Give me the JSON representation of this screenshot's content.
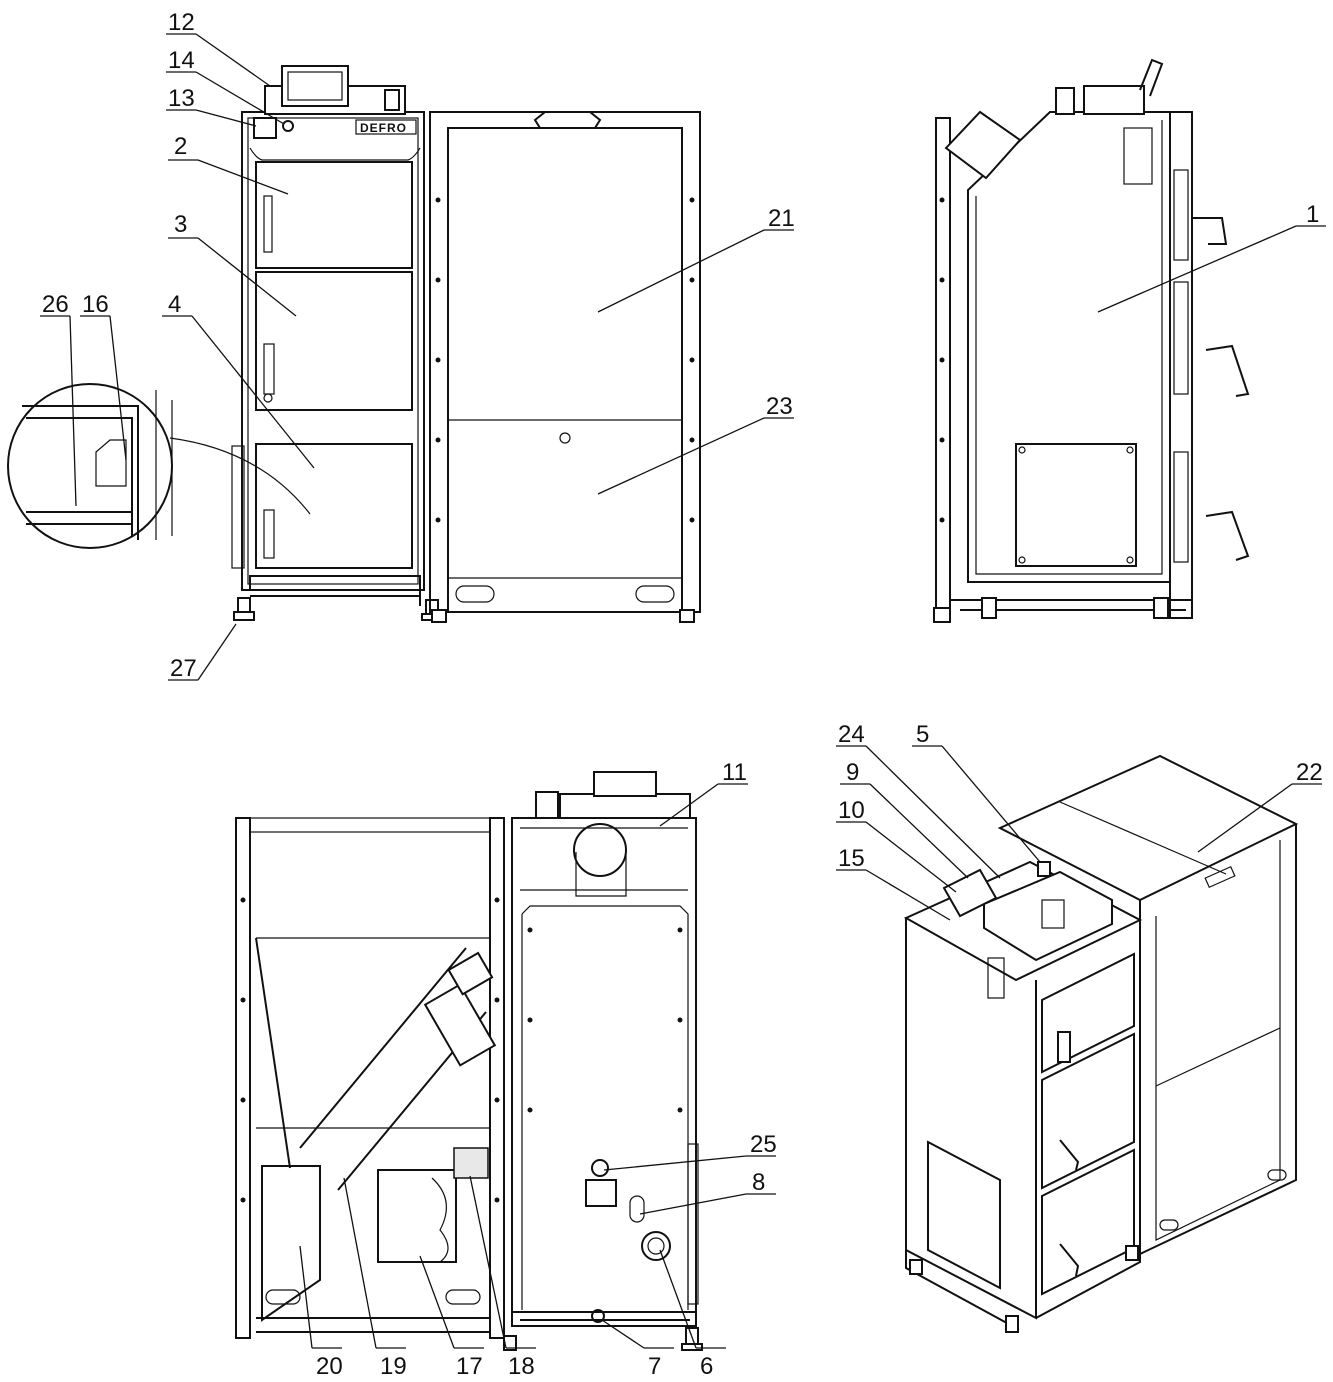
{
  "brand_label": "DEFRO",
  "callouts": {
    "c1": "1",
    "c2": "2",
    "c3": "3",
    "c4": "4",
    "c5": "5",
    "c6": "6",
    "c7": "7",
    "c8": "8",
    "c9": "9",
    "c10": "10",
    "c11": "11",
    "c12": "12",
    "c13": "13",
    "c14": "14",
    "c15": "15",
    "c16": "16",
    "c17": "17",
    "c18": "18",
    "c19": "19",
    "c20": "20",
    "c21": "21",
    "c22": "22",
    "c23": "23",
    "c24": "24",
    "c25": "25",
    "c26": "26",
    "c27": "27"
  }
}
